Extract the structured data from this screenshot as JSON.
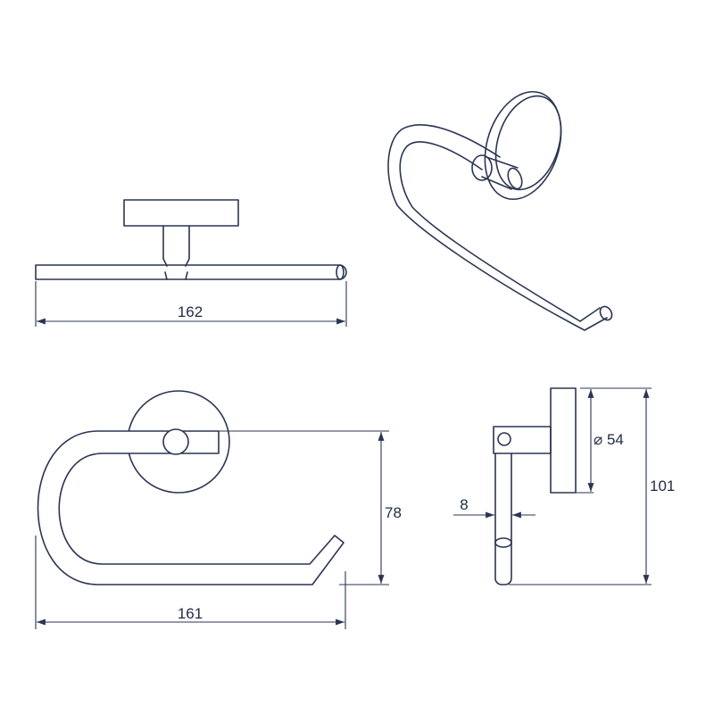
{
  "drawing": {
    "stroke_color": "#2b3552",
    "dimensions": {
      "front_width": "162",
      "plan_width": "161",
      "plan_depth": "78",
      "tube_diameter": "8",
      "plate_diameter": "⌀ 54",
      "total_height": "101"
    }
  }
}
